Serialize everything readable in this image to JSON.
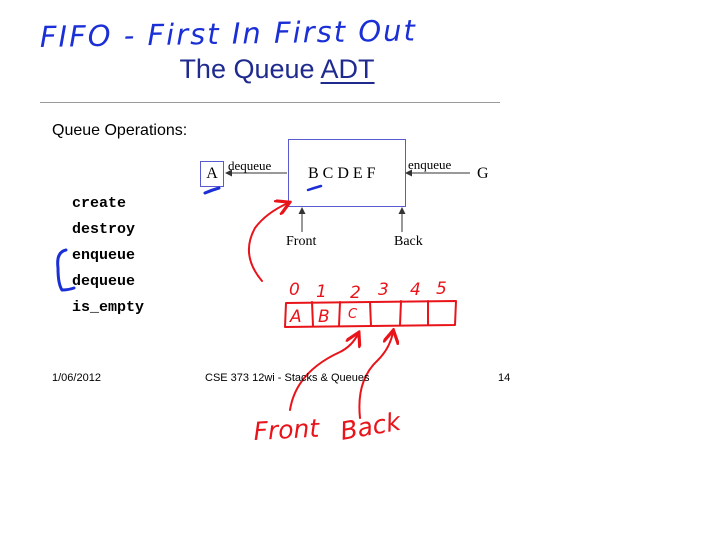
{
  "handwritten_heading": "FIFO - First In First Out",
  "title": {
    "prefix": "The Queue",
    "emphasis": "ADT"
  },
  "operations_heading": "Queue Operations:",
  "operations": [
    "create",
    "destroy",
    "enqueue",
    "dequeue",
    "is_empty"
  ],
  "queue_diagram": {
    "dequeued_item": "A",
    "dequeue_label": "dequeue",
    "contents": "B C D E F",
    "enqueue_label": "enqueue",
    "incoming_item": "G",
    "front_label": "Front",
    "back_label": "Back"
  },
  "array_sketch": {
    "indices": [
      "0",
      "1",
      "2",
      "3",
      "4",
      "5"
    ],
    "cells": [
      "A",
      "B",
      "C"
    ],
    "front_note": "Front",
    "back_note": "Back"
  },
  "footer": {
    "date": "1/06/2012",
    "course": "CSE 373 12wi - Stacks & Queues",
    "page": "14"
  },
  "colors": {
    "ink_blue": "#1a2fd6",
    "ink_red": "#e8141a",
    "title": "#1f2a8f",
    "box": "#5a5ad0"
  }
}
